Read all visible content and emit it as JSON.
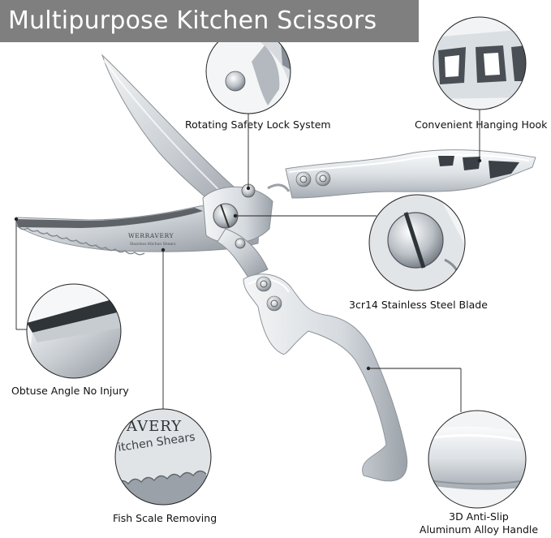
{
  "title": "Multipurpose Kitchen Scissors",
  "features": {
    "safety_lock": "Rotating Safety Lock System",
    "hanging_hook": "Convenient Hanging Hook",
    "blade": "3cr14 Stainless Steel Blade",
    "obtuse_angle": "Obtuse Angle No Injury",
    "fish_scale": "Fish Scale Removing",
    "handle_line1": "3D Anti-Slip",
    "handle_line2": "Aluminum Alloy Handle"
  },
  "engraving": {
    "brand": "WERRAVERY",
    "subtitle": "Stainless Kitchen Shears",
    "zoom_brand": "AVERY",
    "zoom_subtitle": "itchen Shears"
  },
  "colors": {
    "title_bg": "#7f7f7f",
    "steel_light": "#e9ecef",
    "steel_dark": "#8e959c",
    "callout_line": "#222222"
  }
}
